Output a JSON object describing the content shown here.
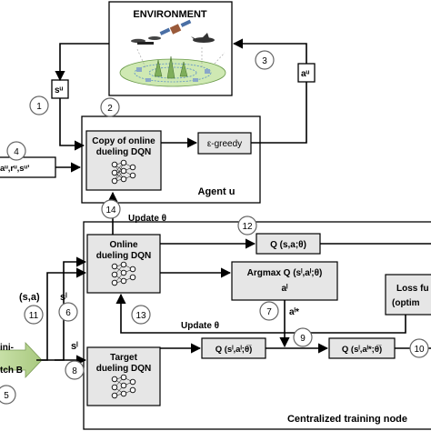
{
  "environment": {
    "title": "ENVIRONMENT"
  },
  "agent": {
    "label": "Agent u",
    "copy_line1": "Copy of online",
    "copy_line2": "dueling DQN",
    "greedy": "ε-greedy"
  },
  "training_node": {
    "label": "Centralized training node"
  },
  "online_dqn": {
    "line1": "Online",
    "line2": "dueling DQN"
  },
  "target_dqn": {
    "line1": "Target",
    "line2": "dueling DQN"
  },
  "q_online": "Q (s,a;θ)",
  "argmax": {
    "line1": "Argmax Q (sˡ,aˡ;θ)",
    "line2": "aˡ"
  },
  "loss": {
    "line1": "Loss fu",
    "line2": "(optim"
  },
  "q_target": "Q (sˡ,aˡ;θ̅)",
  "q_final": "Q (sˡ,aˡ*;θ̅)",
  "labels": {
    "state_u": "sᵘ",
    "action_u": "aᵘ",
    "transition": "aᵘ,rᵘ,sᵘ’",
    "update_agent": "Update θ",
    "update_online": "Update θ",
    "sa": "(s,a)",
    "s_l_online": "sˡ",
    "s_l_target": "sˡ",
    "a_star": "aˡ*",
    "mini_line1": "ini-",
    "mini_line2": "tch B"
  },
  "steps": [
    "1",
    "2",
    "3",
    "4",
    "5",
    "6",
    "7",
    "8",
    "9",
    "10",
    "11",
    "12",
    "13",
    "14"
  ]
}
